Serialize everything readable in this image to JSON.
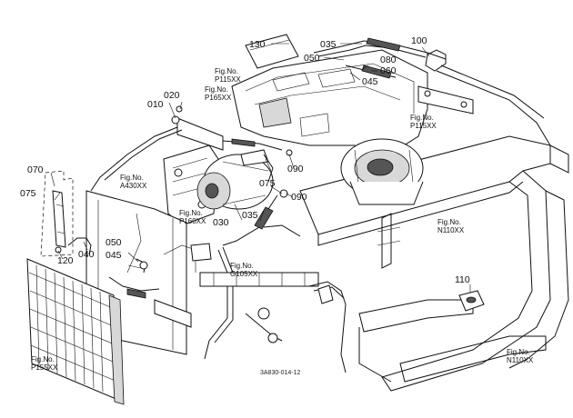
{
  "labels": {
    "p130": "130",
    "p035_top": "035",
    "p100": "100",
    "p050_top": "050",
    "p080": "080",
    "p060": "060",
    "p045_top": "045",
    "p010": "010",
    "p020": "020",
    "p090_a": "090",
    "p075_mid": "075",
    "p090_b": "090",
    "p035_mid": "035",
    "p030": "030",
    "p070": "070",
    "p075_left": "075",
    "p120": "120",
    "p040": "040",
    "p050_mid": "050",
    "p045_mid": "045",
    "p110": "110"
  },
  "fig_refs": {
    "p115_top": [
      "Fig.No.",
      "P115XX"
    ],
    "p165": [
      "Fig.No.",
      "P165XX"
    ],
    "p115_right": [
      "Fig.No.",
      "P115XX"
    ],
    "a430": [
      "Fig.No.",
      "A430XX"
    ],
    "p160": [
      "Fig.No.",
      "P160XX"
    ],
    "n110_mid": [
      "Fig.No.",
      "N110XX"
    ],
    "g105": [
      "Fig.No.",
      "G105XX"
    ],
    "p155": [
      "Fig.No.",
      "P155XX"
    ],
    "n110_bottom": [
      "Fig.No.",
      "N110XX"
    ]
  },
  "diagram_code": "3A830-014-12"
}
